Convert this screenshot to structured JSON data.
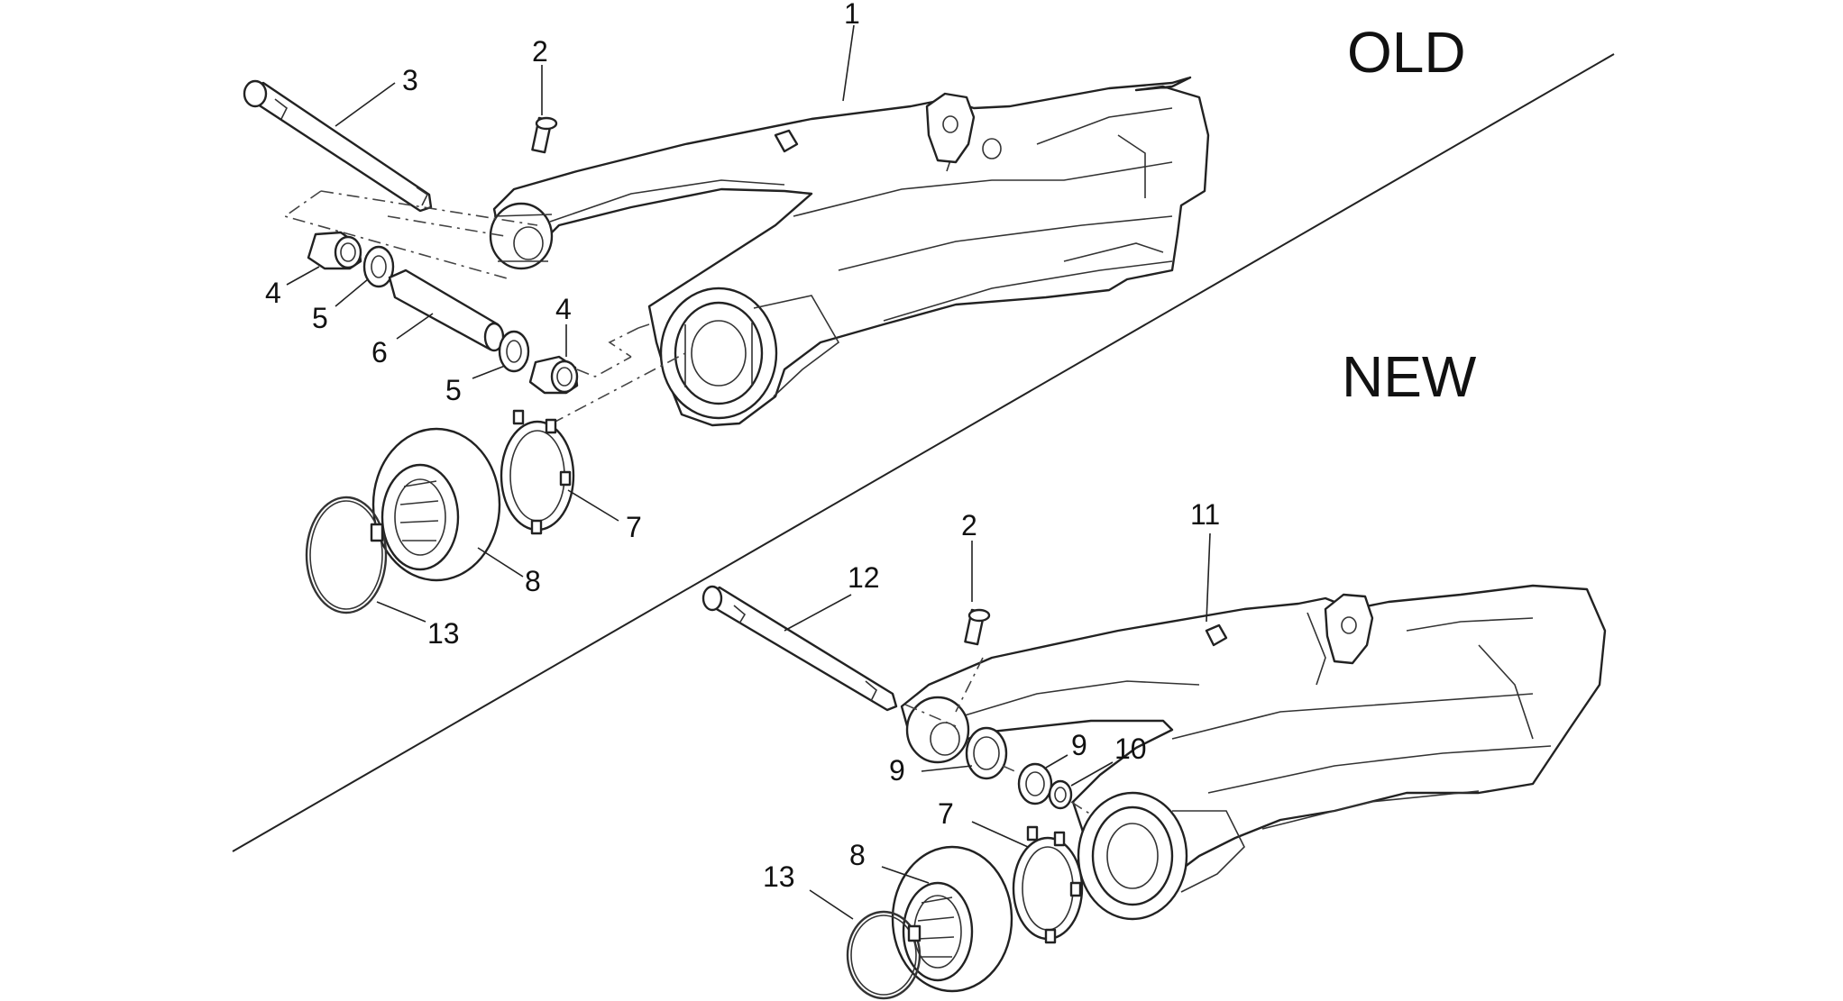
{
  "sections": {
    "old_title": "OLD",
    "new_title": "NEW"
  },
  "callouts": {
    "old": {
      "swingarm": "1",
      "screw": "2",
      "pivot_shaft": "3",
      "bushing_upper": "4",
      "washer_upper": "5",
      "spacer": "6",
      "washer_lower": "5",
      "bushing_lower": "4",
      "lock_ring": "7",
      "dust_cover": "8",
      "clamp": "13"
    },
    "new": {
      "screw": "2",
      "swingarm": "11",
      "pivot_shaft": "12",
      "bearing_left": "9",
      "bearing_right": "9",
      "circlip": "10",
      "lock_ring": "7",
      "dust_cover": "8",
      "clamp": "13"
    }
  }
}
